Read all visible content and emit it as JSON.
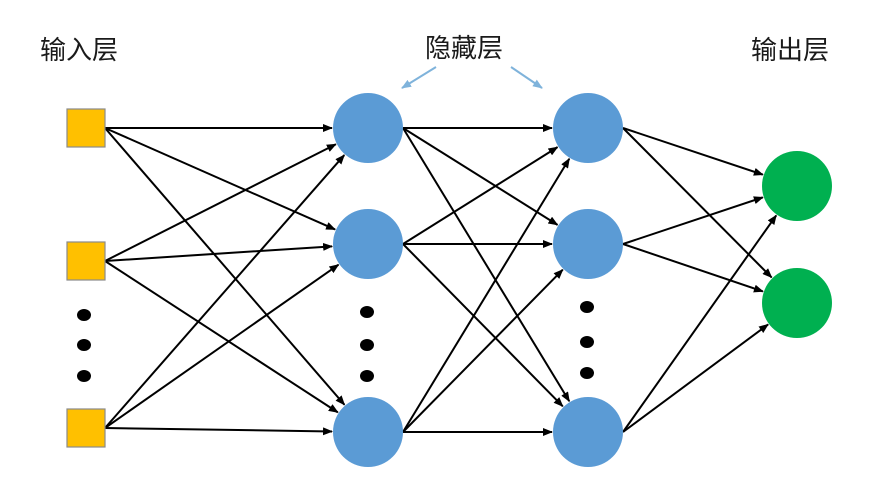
{
  "labels": {
    "input_layer": "输入层",
    "hidden_layer": "隐藏层",
    "output_layer": "输出层"
  },
  "colors": {
    "input_node": "#FFC000",
    "input_node_border": "#8A8A8A",
    "hidden_node": "#5B9BD5",
    "output_node": "#00B050",
    "edge": "#000000",
    "pointer_arrow": "#7FB3DB",
    "ellipsis_dot": "#000000"
  },
  "network": {
    "input_nodes_drawn": 3,
    "hidden_layers": 2,
    "hidden_nodes_drawn_per_layer": 3,
    "output_nodes": 2,
    "input_has_ellipsis": true,
    "hidden_has_ellipsis": true
  },
  "shapes": {
    "input_node": "square",
    "hidden_node": "circle",
    "output_node": "circle"
  }
}
